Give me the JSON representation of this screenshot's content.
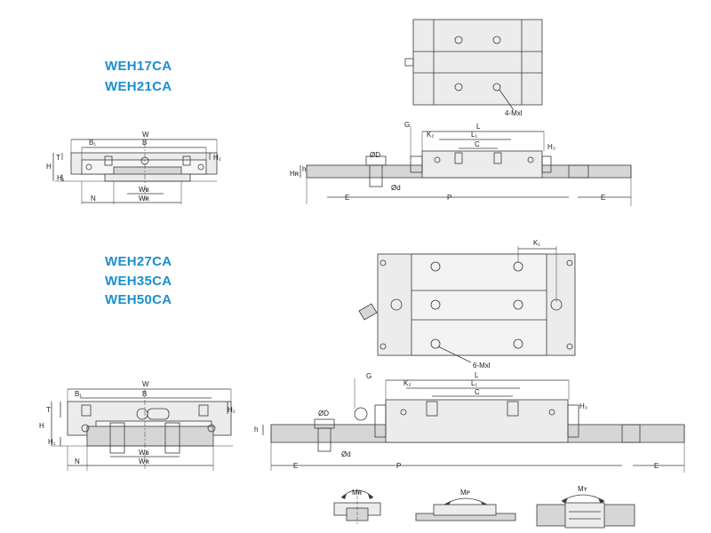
{
  "models": {
    "top": [
      "WEH17CA",
      "WEH21CA"
    ],
    "bottom": [
      "WEH27CA",
      "WEH35CA",
      "WEH50CA"
    ]
  },
  "colors": {
    "model_text": "#1b8fd0",
    "line": "#3a3a3a",
    "fill": "#ececec",
    "rail": "#d6d6d6"
  },
  "top_front": {
    "W": "W",
    "B1": "B₁",
    "B": "B",
    "T": "T",
    "H": "H",
    "H1": "H₁",
    "H2": "H₂",
    "WB": "Wʙ",
    "WR": "Wʀ",
    "N": "N"
  },
  "top_plan": {
    "callout": "4-Mxl"
  },
  "top_side": {
    "G": "G",
    "L": "L",
    "K2": "K₂",
    "L1": "L₁",
    "C": "C",
    "H3": "H₃",
    "HR": "Hʀ",
    "h": "h",
    "D": "ØD",
    "d": "Ød",
    "E_left": "E",
    "P": "P",
    "E_right": "E"
  },
  "bottom_front": {
    "W": "W",
    "B1": "B₁",
    "B": "B",
    "T": "T",
    "H": "H",
    "H1": "H₁",
    "H2": "H₂",
    "WB": "Wʙ",
    "WR": "Wʀ",
    "N": "N"
  },
  "bottom_plan": {
    "K1": "K₁",
    "callout": "6-Mxl"
  },
  "bottom_side": {
    "G": "G",
    "L": "L",
    "K2": "K₂",
    "L1": "L₁",
    "C": "C",
    "H3": "H₃",
    "h": "h",
    "D": "ØD",
    "d": "Ød",
    "E_left": "E",
    "P": "P",
    "E_right": "E"
  },
  "moments": {
    "MR": "Mʀ",
    "MP": "Mᴘ",
    "MY": "Mʏ"
  }
}
